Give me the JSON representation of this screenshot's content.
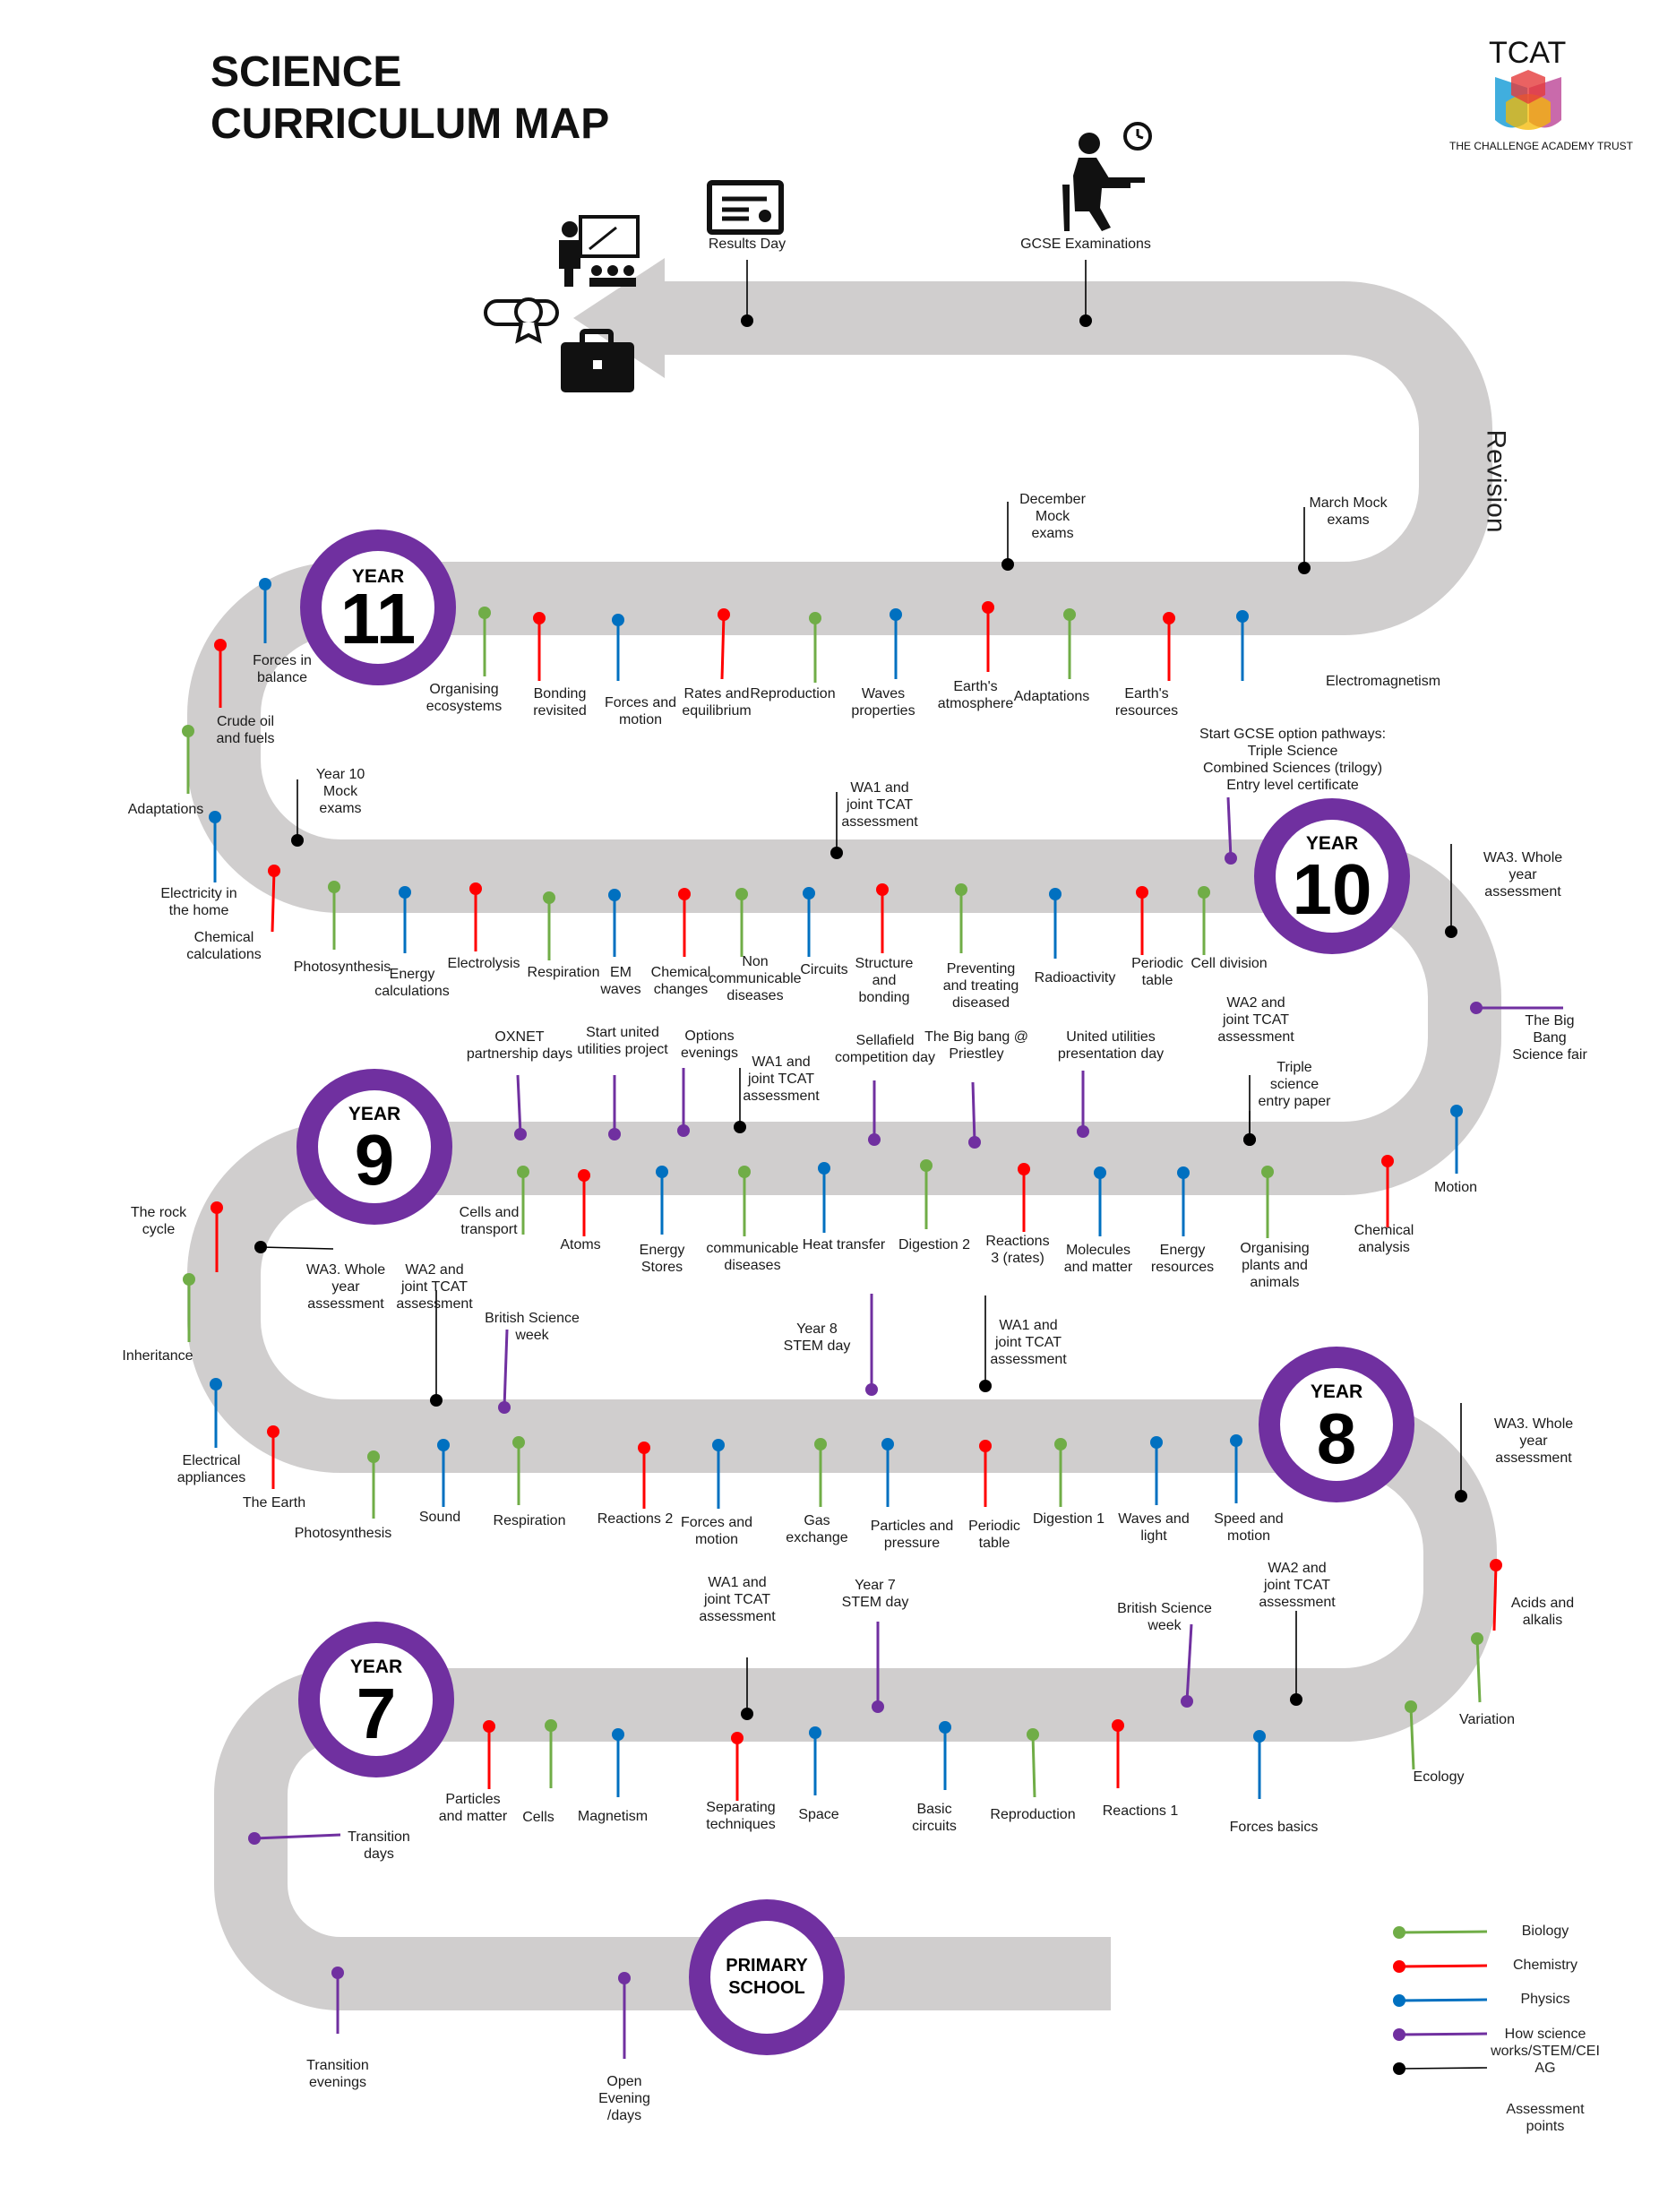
{
  "title": {
    "line1": "SCIENCE",
    "line2": "CURRICULUM MAP"
  },
  "logo": {
    "name": "TCAT",
    "subtitle": "THE CHALLENGE ACADEMY TRUST"
  },
  "colors": {
    "biology": "#70ad47",
    "chemistry": "#ff0000",
    "physics": "#0070c0",
    "stem": "#7030a0",
    "assessment": "#000000",
    "road": "#d0cece",
    "badge": "#7030a0"
  },
  "revision": "Revision",
  "end_milestones": {
    "results_day": "Results  Day",
    "gcse_exams": "GCSE Examinations"
  },
  "badges": {
    "year11": {
      "word": "YEAR",
      "num": "11"
    },
    "year10": {
      "word": "YEAR",
      "num": "10"
    },
    "year9": {
      "word": "YEAR",
      "num": "9"
    },
    "year8": {
      "word": "YEAR",
      "num": "8"
    },
    "year7": {
      "word": "YEAR",
      "num": "7"
    },
    "primary": {
      "line1": "PRIMARY",
      "line2": "SCHOOL"
    }
  },
  "year11": {
    "assessments": [
      "December\nMock\nexams",
      "March Mock\nexams"
    ],
    "topics": [
      "Organising\necosystems",
      "Bonding\nrevisited",
      "Forces and\nmotion",
      "Rates and\nequilibrium",
      "Reproduction",
      "Waves\nproperties",
      "Earth's\natmosphere",
      "Adaptations",
      "Earth's\nresources",
      "Electromagnetism"
    ],
    "curve_topics": [
      "Forces in\nbalance",
      "Crude oil\nand fuels",
      "Adaptations",
      "Electricity in\nthe home",
      "Chemical\ncalculations"
    ]
  },
  "year10": {
    "notes": [
      "Year 10\nMock\nexams",
      "WA1 and\njoint TCAT\nassessment",
      "Start GCSE option pathways:\nTriple Science\nCombined Sciences (trilogy)\nEntry level certificate"
    ],
    "topics": [
      "Photosynthesis",
      "Energy\ncalculations",
      "Electrolysis",
      "Respiration",
      "EM\nwaves",
      "Chemical\nchanges",
      "Non\ncommunicable\ndiseases",
      "Circuits",
      "Structure\nand\nbonding",
      "Preventing\nand treating\ndiseased",
      "Radioactivity",
      "Periodic\ntable",
      "Cell division"
    ],
    "curve": [
      "WA3. Whole\nyear\nassessment",
      "The Big\nBang\nScience fair",
      "Motion"
    ]
  },
  "year9": {
    "above": [
      "OXNET\npartnership days",
      "Start united\nutilities project",
      "Options\nevenings",
      "WA1 and\njoint TCAT\nassessment",
      "Sellafield\ncompetition day",
      "The Big bang @\nPriestley",
      "United utilities\npresentation day",
      "WA2 and\njoint TCAT\nassessment",
      "Triple\nscience\nentry paper"
    ],
    "topics": [
      "Cells and\ntransport",
      "Atoms",
      "Energy\nStores",
      "communicable\ndiseases",
      "Heat transfer",
      "Digestion 2",
      "Reactions\n3 (rates)",
      "Molecules\nand matter",
      "Energy\nresources",
      "Organising\nplants and\nanimals",
      "Chemical\nanalysis"
    ],
    "curve": [
      "The rock\ncycle",
      "WA3. Whole\nyear\nassessment",
      "Inheritance",
      "Electrical\nappliances",
      "The Earth"
    ]
  },
  "year8": {
    "above": [
      "WA2 and\njoint TCAT\nassessment",
      "British Science\nweek",
      "Year 8\nSTEM day",
      "WA1 and\njoint TCAT\nassessment"
    ],
    "topics": [
      "Photosynthesis",
      "Sound",
      "Respiration",
      "Reactions 2",
      "Forces and\nmotion",
      "Gas\nexchange",
      "Particles and\npressure",
      "Periodic\ntable",
      "Digestion 1",
      "Waves and\nlight",
      "Speed and\nmotion"
    ],
    "curve": [
      "WA3. Whole\nyear\nassessment",
      "Acids and\nalkalis",
      "Variation",
      "Ecology"
    ]
  },
  "year7": {
    "above": [
      "WA1 and\njoint TCAT\nassessment",
      "Year 7\nSTEM day",
      "British Science\nweek",
      "WA2 and\njoint TCAT\nassessment"
    ],
    "topics": [
      "Particles\nand matter",
      "Cells",
      "Magnetism",
      "Separating\ntechniques",
      "Space",
      "Basic\ncircuits",
      "Reproduction",
      "Reactions 1",
      "Forces basics"
    ],
    "curve": [
      "Transition\ndays"
    ]
  },
  "primary": {
    "items": [
      "Transition\nevenings",
      "Open\nEvening\n/days"
    ]
  },
  "legend": [
    "Biology",
    "Chemistry",
    "Physics",
    "How science\nworks/STEM/CEI\nAG",
    "Assessment\npoints"
  ]
}
